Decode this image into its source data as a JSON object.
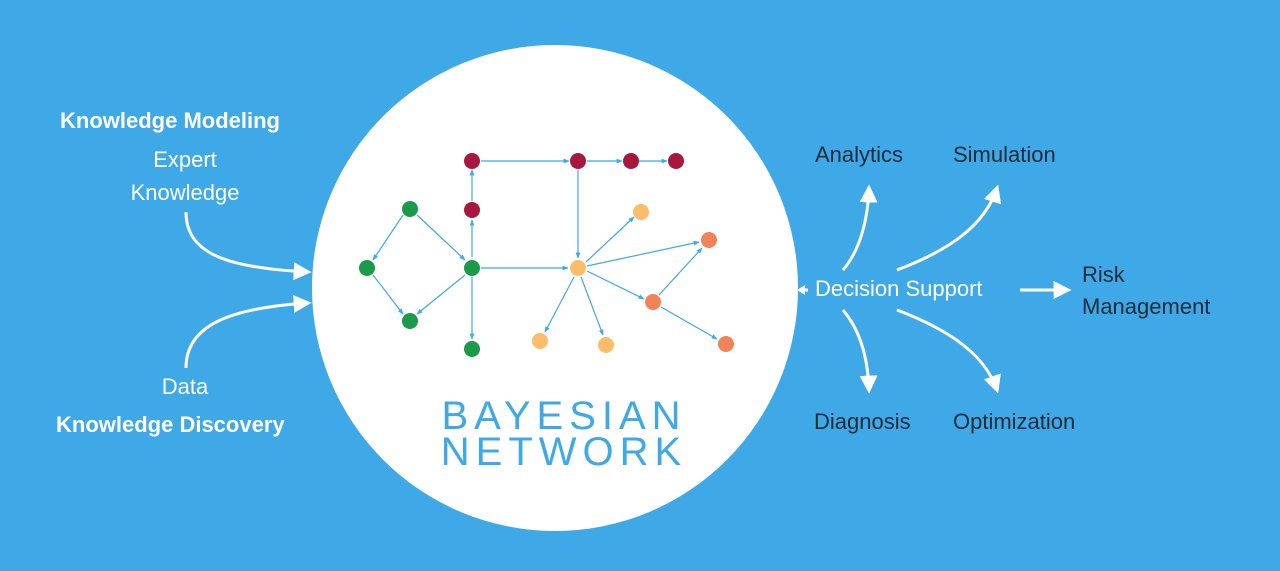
{
  "left": {
    "knowledge_modeling": "Knowledge Modeling",
    "expert_line1": "Expert",
    "expert_line2": "Knowledge",
    "data": "Data",
    "knowledge_discovery": "Knowledge Discovery"
  },
  "center": {
    "title_line1": "BAYESIAN",
    "title_line2": "NETWORK"
  },
  "right": {
    "analytics": "Analytics",
    "simulation": "Simulation",
    "decision_support": "Decision Support",
    "risk_line1": "Risk",
    "risk_line2": "Management",
    "diagnosis": "Diagnosis",
    "optimization": "Optimization"
  },
  "colors": {
    "background": "#3fa9e8",
    "circle": "#ffffff",
    "node_red": "#a8173d",
    "node_green": "#1a9a4a",
    "node_yellow": "#fdbd6a",
    "node_orange": "#f2825a",
    "edge": "#3fa9e8",
    "dark_text": "#1c2b3a"
  }
}
